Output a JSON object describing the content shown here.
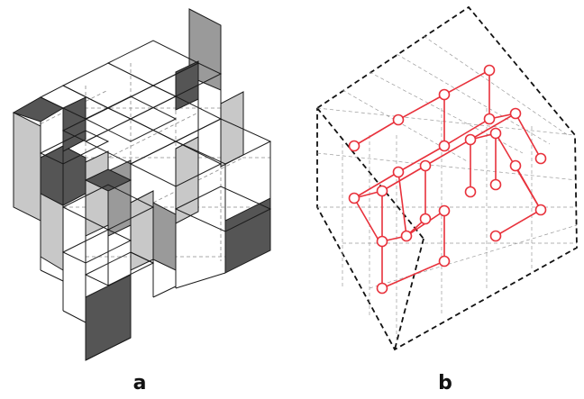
{
  "panels": [
    {
      "id": "a",
      "label": "a"
    },
    {
      "id": "b",
      "label": "b"
    }
  ],
  "colors": {
    "outline": "#1a1a1a",
    "guide": "#8a8a8a",
    "face_dark": "#555555",
    "face_mid": "#9a9a9a",
    "face_light": "#c8c8c8",
    "network": "#e8323c",
    "node_fill": "#ffffff",
    "boundary": "#111111"
  }
}
